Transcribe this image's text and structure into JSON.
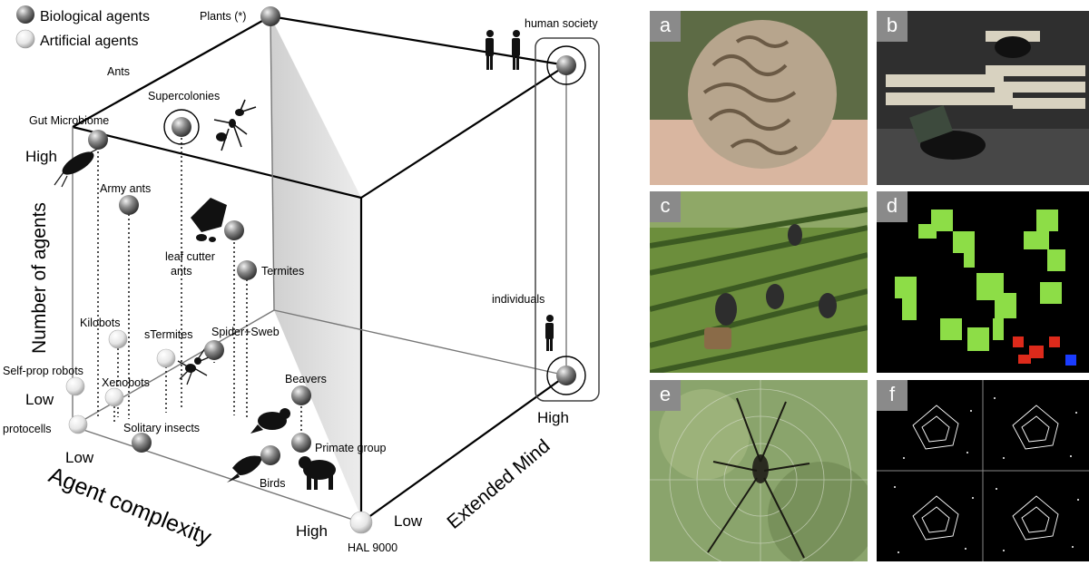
{
  "legend": {
    "biological": "Biological agents",
    "artificial": "Artificial agents"
  },
  "axes": {
    "y_label": "Number of agents",
    "y_high": "High",
    "y_low": "Low",
    "x_label": "Agent complexity",
    "x_low": "Low",
    "x_high": "High",
    "z_label": "Extended Mind",
    "z_low": "Low",
    "z_high": "High"
  },
  "agents": {
    "plants": "Plants (*)",
    "human_society": "human society",
    "individuals": "individuals",
    "ants": "Ants",
    "supercolonies": "Supercolonies",
    "gut_microbiome": "Gut Microbiome",
    "army_ants": "Army ants",
    "leaf_cutter_ants_1": "leaf cutter",
    "leaf_cutter_ants_2": "ants",
    "termites": "Termites",
    "kilobots": "Kilobots",
    "stermites": "sTermites",
    "spider_web": "Spider+Sweb",
    "self_prop_robots": "Self-prop robots",
    "xenobots": "Xenobots",
    "beavers": "Beavers",
    "protocells": "protocells",
    "solitary_insects": "Solitary insects",
    "primate_group": "Primate group",
    "birds": "Birds",
    "hal9000": "HAL 9000"
  },
  "panels": [
    {
      "letter": "a"
    },
    {
      "letter": "b"
    },
    {
      "letter": "c"
    },
    {
      "letter": "d"
    },
    {
      "letter": "e"
    },
    {
      "letter": "f"
    }
  ],
  "colors": {
    "bio_sphere": "#555555",
    "art_sphere": "#eeeeee",
    "green_cell": "#8ddd47",
    "red_cell": "#dd2a1b",
    "blue_cell": "#1a3cff"
  }
}
